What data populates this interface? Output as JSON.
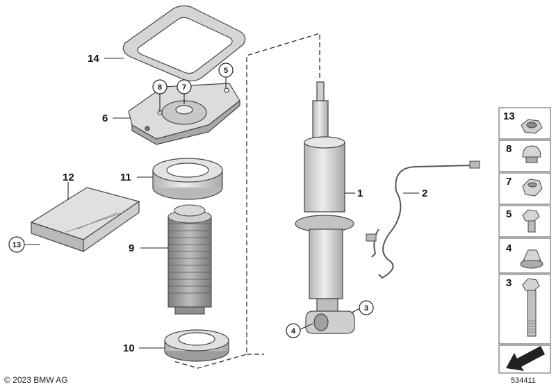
{
  "callouts": {
    "c1": "1",
    "c2": "2",
    "c3": "3",
    "c4": "4",
    "c5": "5",
    "c6": "6",
    "c7": "7",
    "c8": "8",
    "c9": "9",
    "c10": "10",
    "c11": "11",
    "c12": "12",
    "c13": "13",
    "c14": "14"
  },
  "side_panel": [
    "13",
    "8",
    "7",
    "5",
    "4",
    "3"
  ],
  "footer": {
    "copyright": "© 2023 BMW AG",
    "image_id": "534411"
  },
  "colors": {
    "part_fill": "#d9d9d9",
    "part_dark": "#9a9a9a",
    "outline": "#333333"
  }
}
